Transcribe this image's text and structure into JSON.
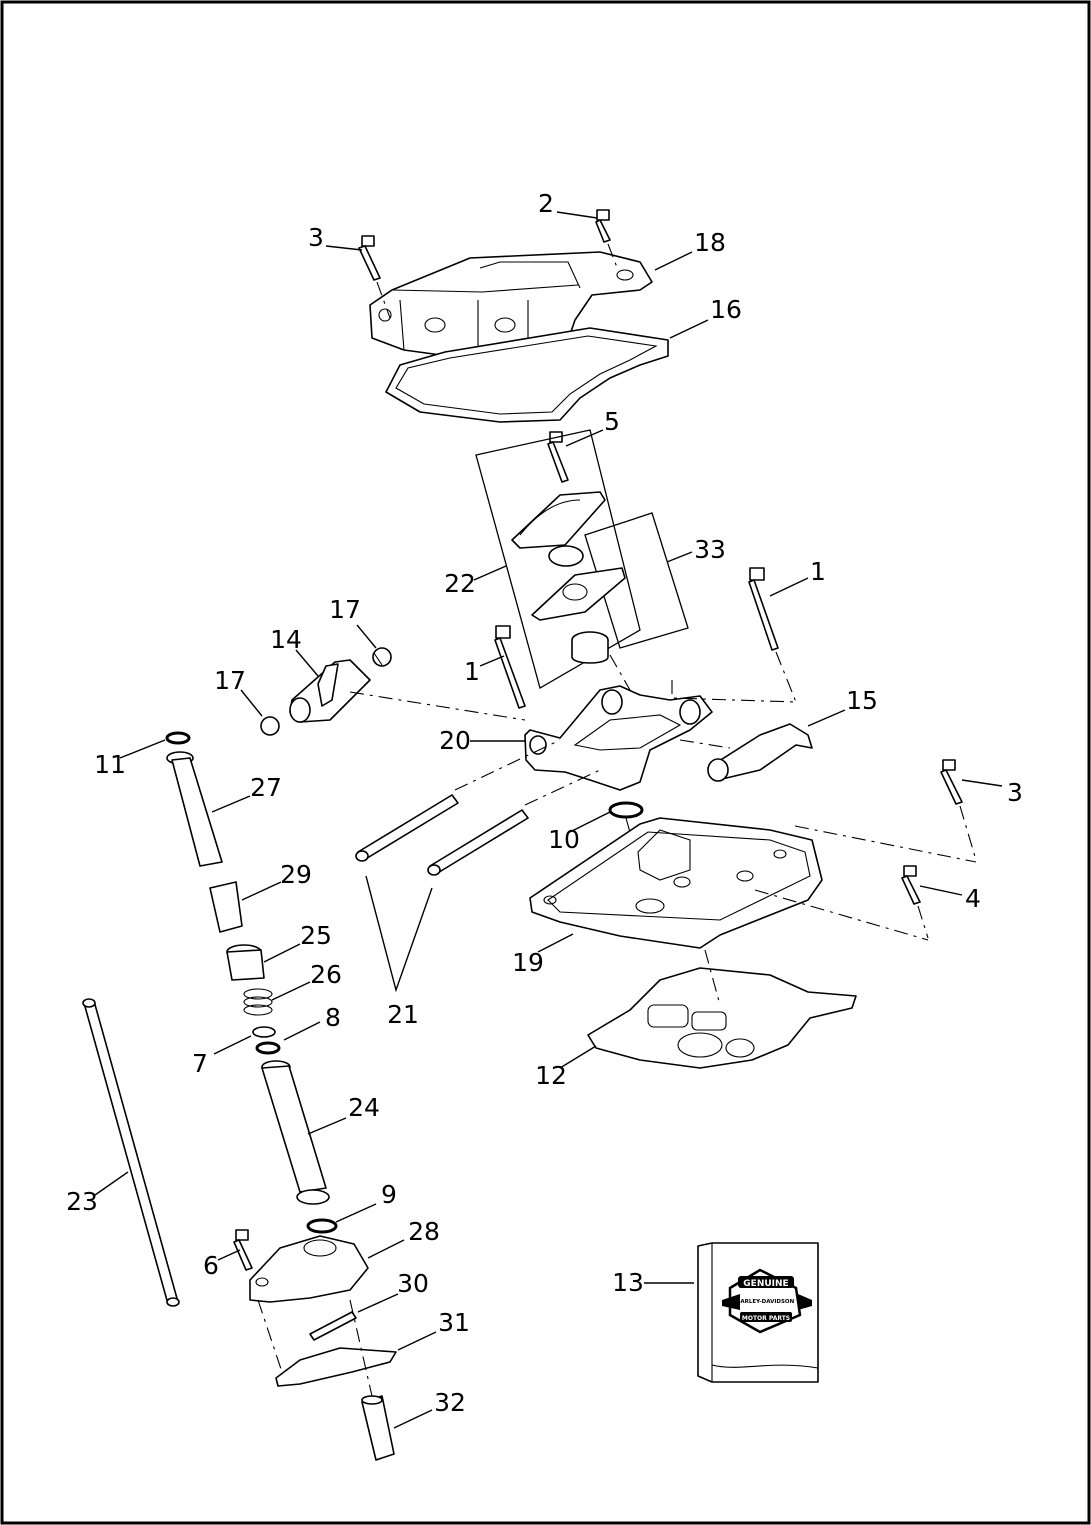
{
  "callouts": {
    "c1a": "1",
    "c1b": "1",
    "c2": "2",
    "c3a": "3",
    "c3b": "3",
    "c4": "4",
    "c5": "5",
    "c6": "6",
    "c7": "7",
    "c8": "8",
    "c9": "9",
    "c10": "10",
    "c11": "11",
    "c12": "12",
    "c13": "13",
    "c14": "14",
    "c15": "15",
    "c16": "16",
    "c17a": "17",
    "c17b": "17",
    "c18": "18",
    "c19": "19",
    "c20": "20",
    "c21": "21",
    "c22": "22",
    "c23": "23",
    "c24": "24",
    "c25": "25",
    "c26": "26",
    "c27": "27",
    "c28": "28",
    "c29": "29",
    "c30": "30",
    "c31": "31",
    "c32": "32",
    "c33": "33"
  },
  "logo": {
    "top": "GENUINE",
    "middle": "HARLEY-DAVIDSON",
    "bottom": "MOTOR PARTS"
  }
}
